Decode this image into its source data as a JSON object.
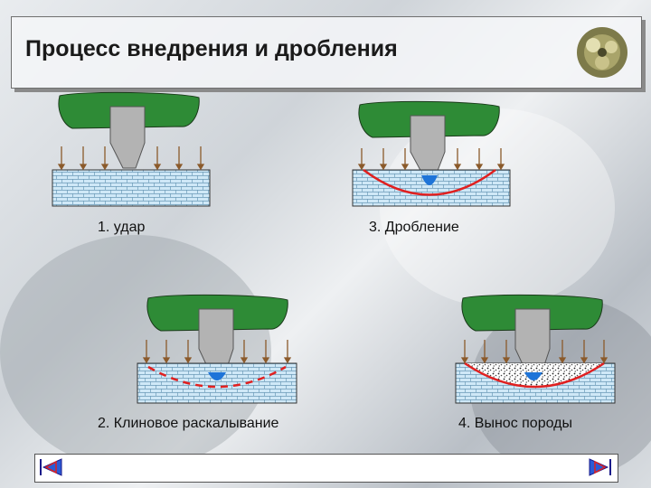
{
  "title": "Процесс внедрения и дробления",
  "panels": [
    {
      "caption": "1. удар",
      "state": "impact"
    },
    {
      "caption": "3. Дробление",
      "state": "crushing"
    },
    {
      "caption": "2. Клиновое раскалывание",
      "state": "wedge-splitting"
    },
    {
      "caption": "4. Вынос породы",
      "state": "rock-removal"
    }
  ],
  "nav": {
    "prev_icon": "prev-arrow-icon",
    "next_icon": "next-arrow-icon"
  },
  "colors": {
    "holder_green": "#2e8b36",
    "tooth_gray": "#b3b3b3",
    "rock_blue": "#cfe8f7",
    "rock_lines": "#6b9ab8",
    "fracture_red": "#e02020",
    "arrow_brown": "#8b5a2b",
    "crushed_blue": "#1e74d8"
  }
}
